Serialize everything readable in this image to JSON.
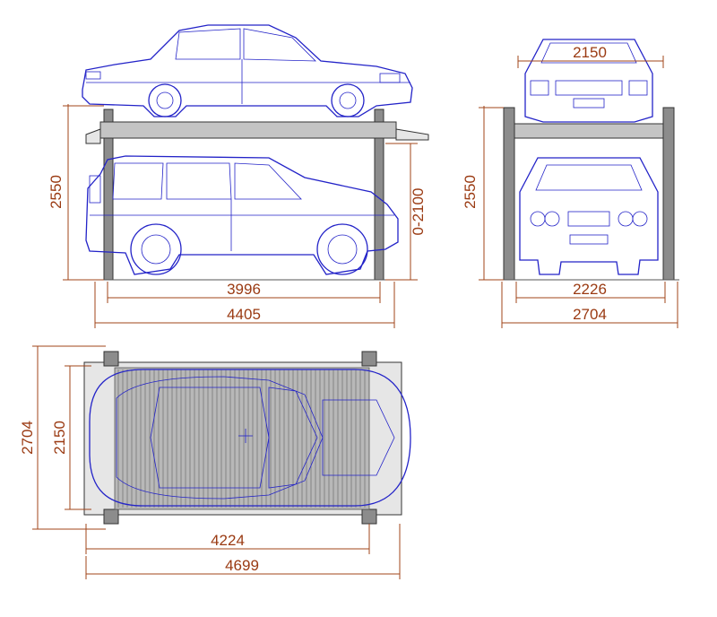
{
  "dimensions": {
    "side_view": {
      "total_height": "2550",
      "clearance": "0-2100",
      "inner_length": "3996",
      "outer_length": "4405"
    },
    "front_view": {
      "car_width": "2150",
      "total_height": "2550",
      "inner_width": "2226",
      "outer_width": "2704"
    },
    "top_view": {
      "outer_width": "2704",
      "car_width": "2150",
      "inner_length": "4224",
      "outer_length": "4699"
    }
  },
  "colors": {
    "dimension": "#9a3a12",
    "vehicle_outline": "#2323c8",
    "structure": "#8c8c8c"
  }
}
